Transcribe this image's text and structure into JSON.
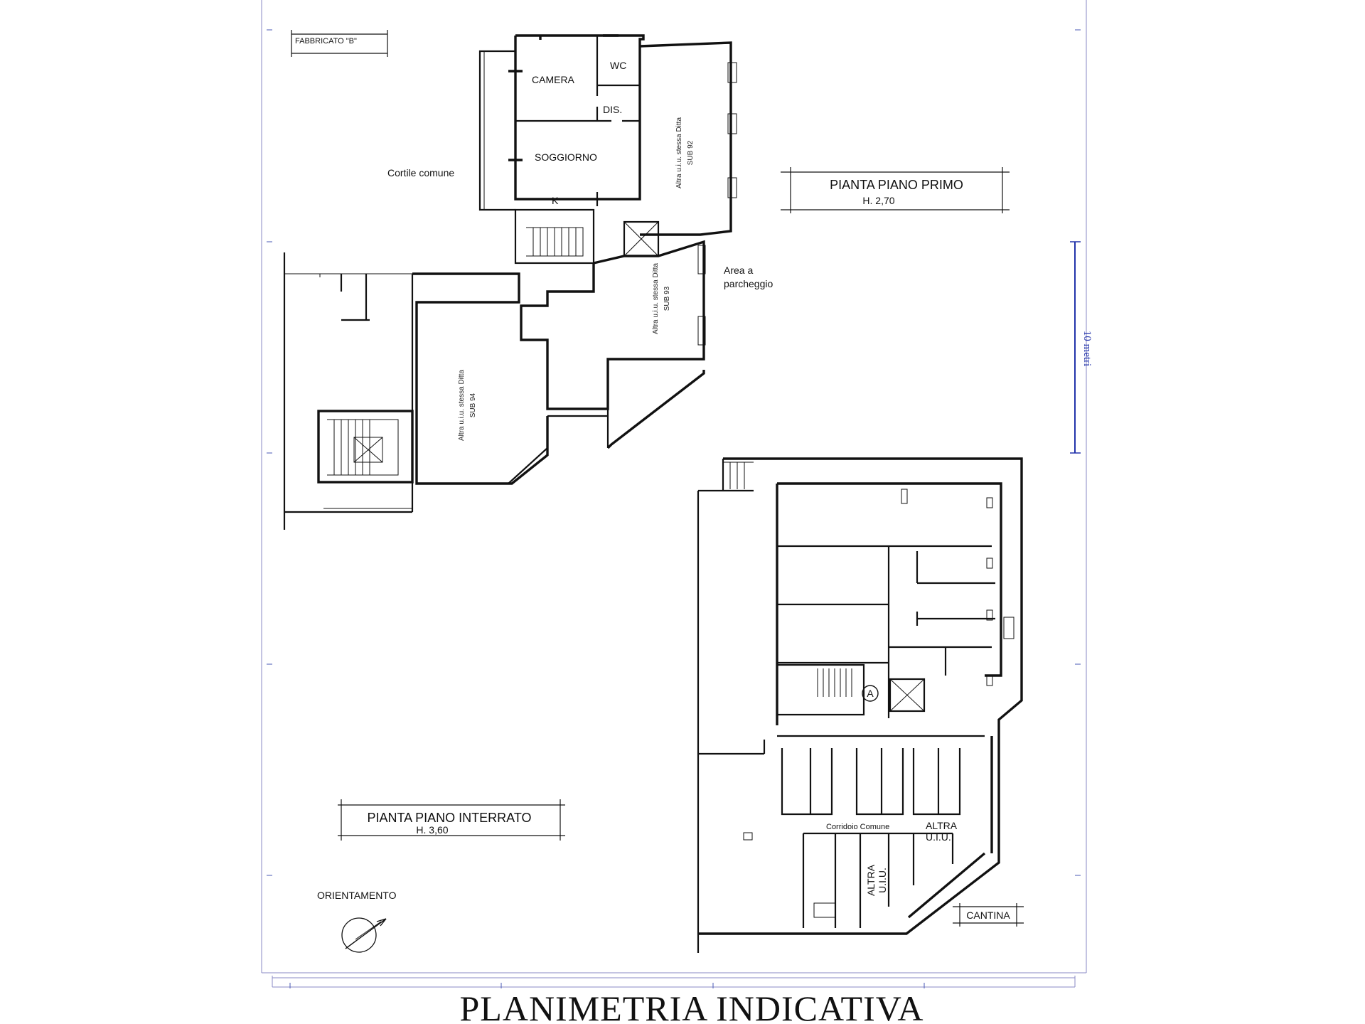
{
  "caption": "PLANIMETRIA INDICATIVA",
  "building_label": "FABBRICATO \"B\"",
  "first_floor": {
    "title": "PIANTA PIANO PRIMO",
    "height": "H. 2,70",
    "rooms": {
      "camera": "CAMERA",
      "wc": "WC",
      "dis": "DIS.",
      "soggiorno": "SOGGIORNO",
      "k": "K"
    },
    "other_units": {
      "sub92_line1": "Altra u.i.u. stessa Ditta",
      "sub92_line2": "SUB 92",
      "sub93_line1": "Altra u.i.u. stessa Ditta",
      "sub93_line2": "SUB 93",
      "sub94_line1": "Altra u.i.u. stessa Ditta",
      "sub94_line2": "SUB 94"
    },
    "outdoor": {
      "cortile": "Cortile comune",
      "area_line1": "Area a",
      "area_line2": "parcheggio"
    }
  },
  "basement": {
    "title": "PIANTA PIANO INTERRATO",
    "height": "H. 3,60",
    "marker": "A",
    "corridor": "Corridoio Comune",
    "altra_right_line1": "ALTRA",
    "altra_right_line2": "U.I.U.",
    "altra_vert_line1": "ALTRA",
    "altra_vert_line2": "U.I.U.",
    "cantina": "CANTINA"
  },
  "orientation_label": "ORIENTAMENTO",
  "scale_label": "10 metri"
}
